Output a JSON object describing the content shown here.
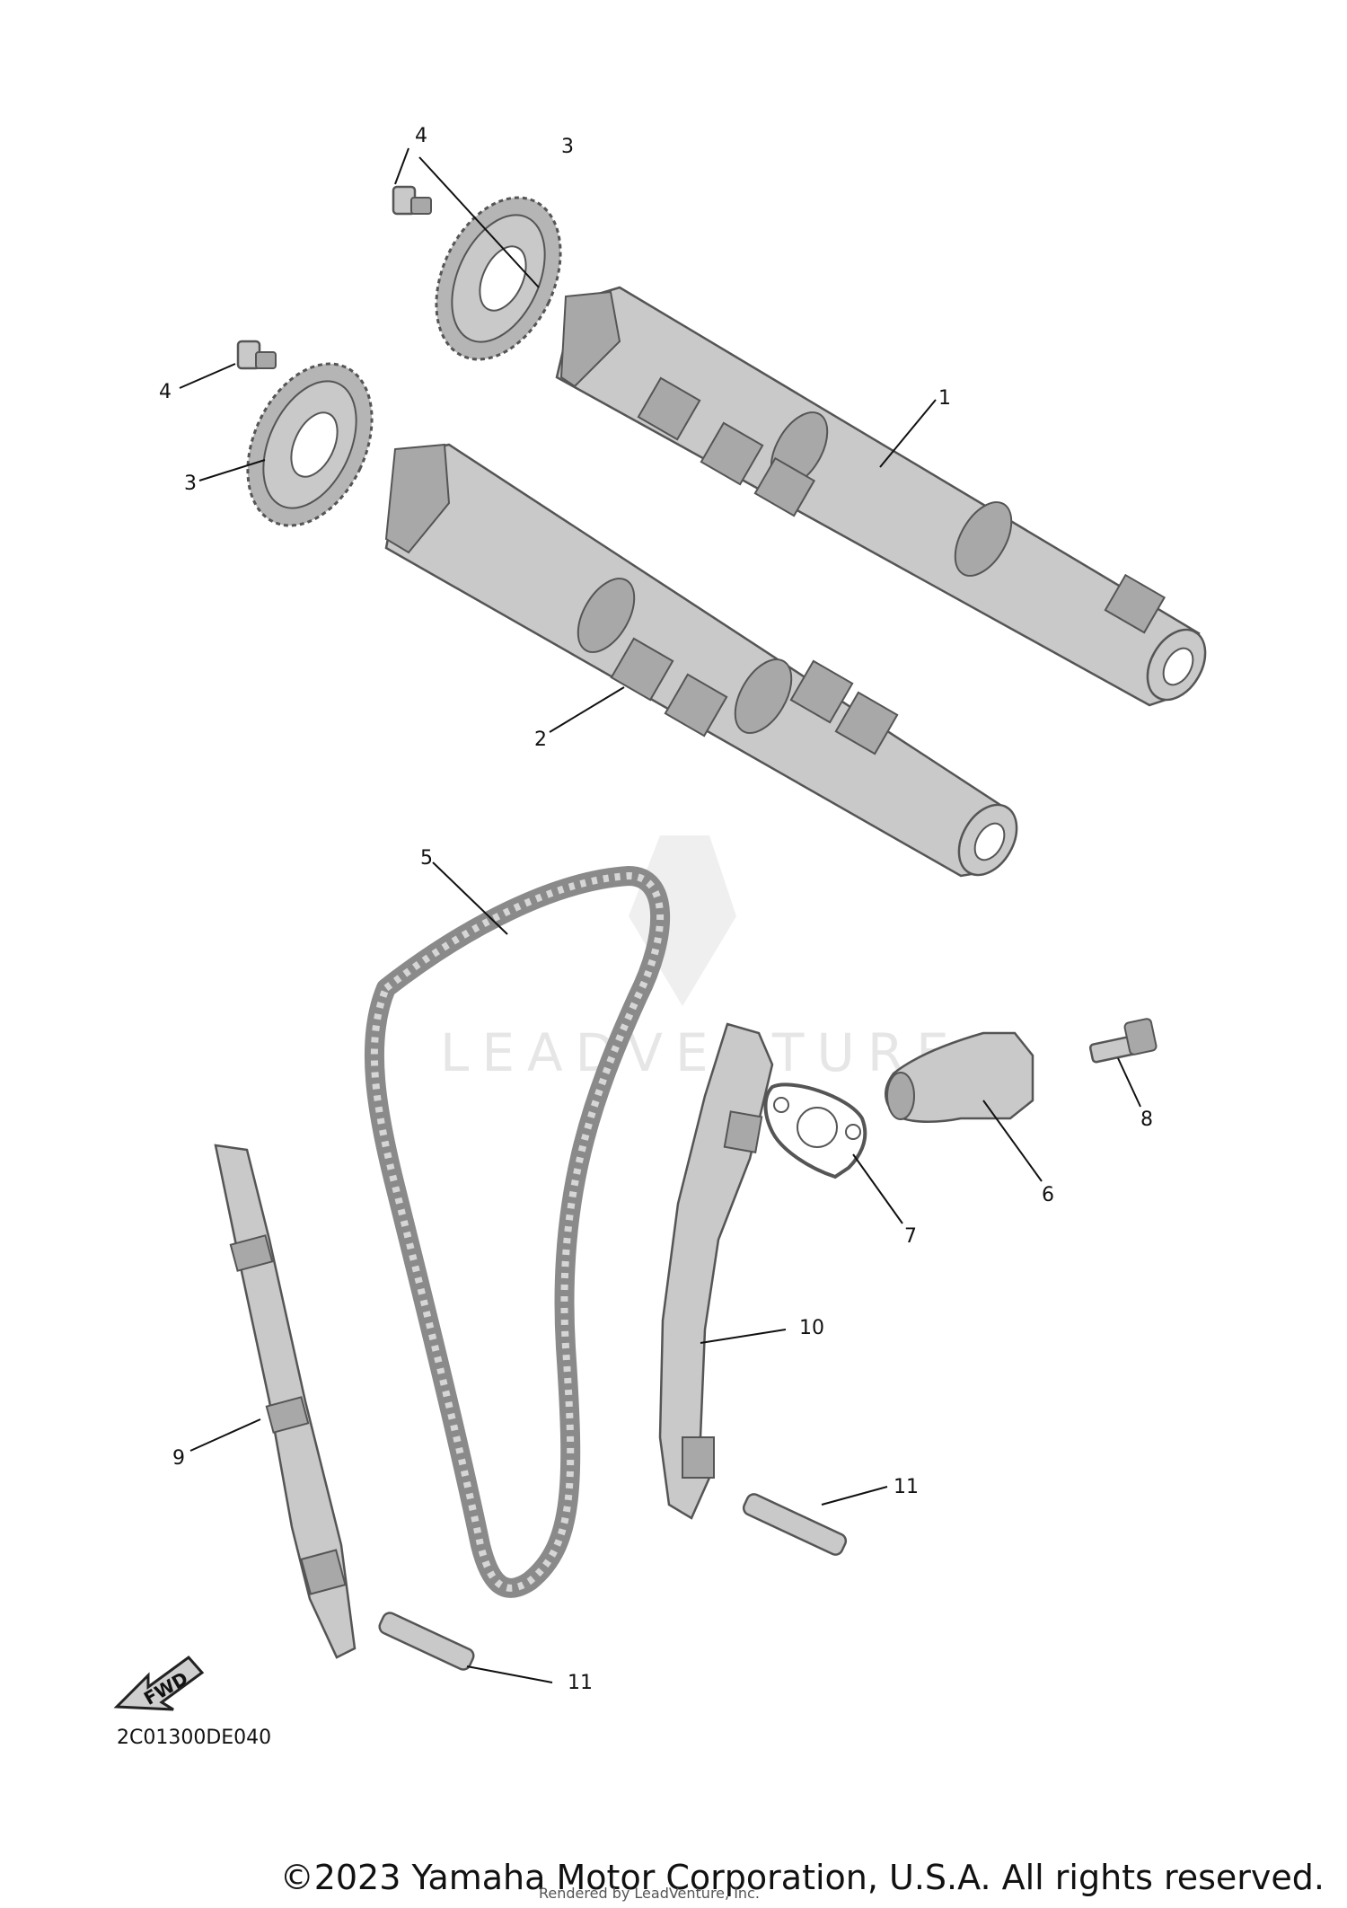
{
  "diagram": {
    "code": "2C01300DE040",
    "fwd_label": "FWD",
    "watermark": "LEADVENTURE",
    "copyright": "©2023 Yamaha Motor Corporation, U.S.A. All rights reserved.",
    "rendered_by": "Rendered by LeadVenture, Inc."
  },
  "callouts": {
    "c1": "1",
    "c2": "2",
    "c3a": "3",
    "c3b": "3",
    "c4a": "4",
    "c4b": "4",
    "c5": "5",
    "c6": "6",
    "c7": "7",
    "c8": "8",
    "c9": "9",
    "c10": "10",
    "c11a": "11",
    "c11b": "11"
  },
  "parts": [
    {
      "ref": "1",
      "name": "camshaft-upper"
    },
    {
      "ref": "2",
      "name": "camshaft-lower"
    },
    {
      "ref": "3",
      "name": "cam-sprocket"
    },
    {
      "ref": "4",
      "name": "sprocket-bolt"
    },
    {
      "ref": "5",
      "name": "timing-chain"
    },
    {
      "ref": "6",
      "name": "chain-tensioner"
    },
    {
      "ref": "7",
      "name": "tensioner-gasket"
    },
    {
      "ref": "8",
      "name": "tensioner-bolt"
    },
    {
      "ref": "9",
      "name": "chain-guide"
    },
    {
      "ref": "10",
      "name": "tensioner-guide"
    },
    {
      "ref": "11",
      "name": "guide-pin"
    }
  ]
}
